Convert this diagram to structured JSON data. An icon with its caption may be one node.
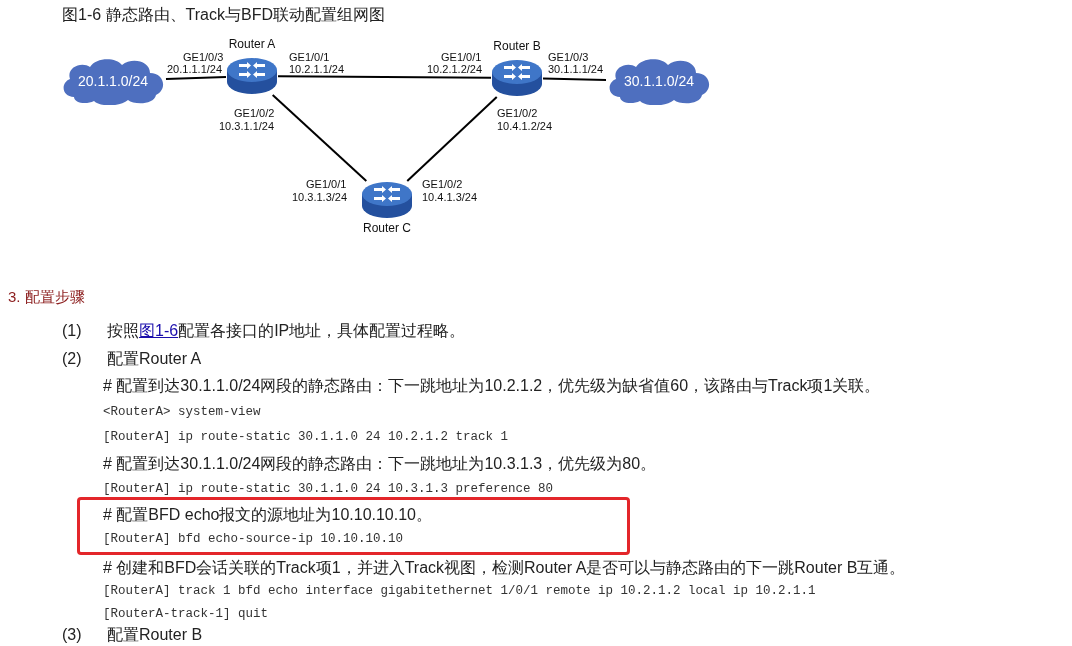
{
  "diagram": {
    "title": "图1-6 静态路由、Track与BFD联动配置组网图",
    "nodes": [
      {
        "text": [
          "20.1.1.0/24"
        ]
      },
      {
        "text": [
          "Router A"
        ]
      },
      {
        "text": [
          "Router B"
        ]
      },
      {
        "text": [
          "30.1.1.0/24"
        ]
      },
      {
        "text": [
          "Router C"
        ]
      }
    ],
    "edges": [
      {
        "from": 0,
        "to": 1,
        "arrow": "none"
      },
      {
        "from": 1,
        "to": 2,
        "arrow": "none"
      },
      {
        "from": 2,
        "to": 3,
        "arrow": "none"
      },
      {
        "from": 1,
        "to": 4,
        "arrow": "none"
      },
      {
        "from": 2,
        "to": 4,
        "arrow": "none"
      }
    ],
    "labels": [
      "GE1/0/3",
      "20.1.1.1/24",
      "GE1/0/1",
      "10.2.1.1/24",
      "GE1/0/1",
      "10.2.1.2/24",
      "GE1/0/3",
      "30.1.1.1/24",
      "GE1/0/2",
      "10.3.1.1/24",
      "GE1/0/2",
      "10.4.1.2/24",
      "GE1/0/1",
      "10.3.1.3/24",
      "GE1/0/2",
      "10.4.1.3/24",
      "3. 配置步骤",
      "(1)",
      "按照",
      "图1-6",
      "配置各接口的IP地址，具体配置过程略。",
      "(2)",
      "配置Router A",
      "# 配置到达30.1.1.0/24网段的静态路由：下一跳地址为10.2.1.2，优先级为缺省值60，该路由与Track项1关联。",
      "<RouterA> system-view",
      "[RouterA] ip route-static 30.1.1.0 24 10.2.1.2 track 1",
      "# 配置到达30.1.1.0/24网段的静态路由：下一跳地址为10.3.1.3，优先级为80。",
      "[RouterA] ip route-static 30.1.1.0 24 10.3.1.3 preference 80",
      "# 配置BFD echo报文的源地址为10.10.10.10。",
      "[RouterA] bfd echo-source-ip 10.10.10.10",
      "# 创建和BFD会话关联的Track项1，并进入Track视图，检测Router A是否可以与静态路由的下一跳Router B互通。",
      "[RouterA] track 1 bfd echo interface gigabitethernet 1/0/1 remote ip 10.2.1.2 local ip 10.2.1.1",
      "[RouterA-track-1] quit",
      "(3)",
      "配置Router B"
    ]
  }
}
